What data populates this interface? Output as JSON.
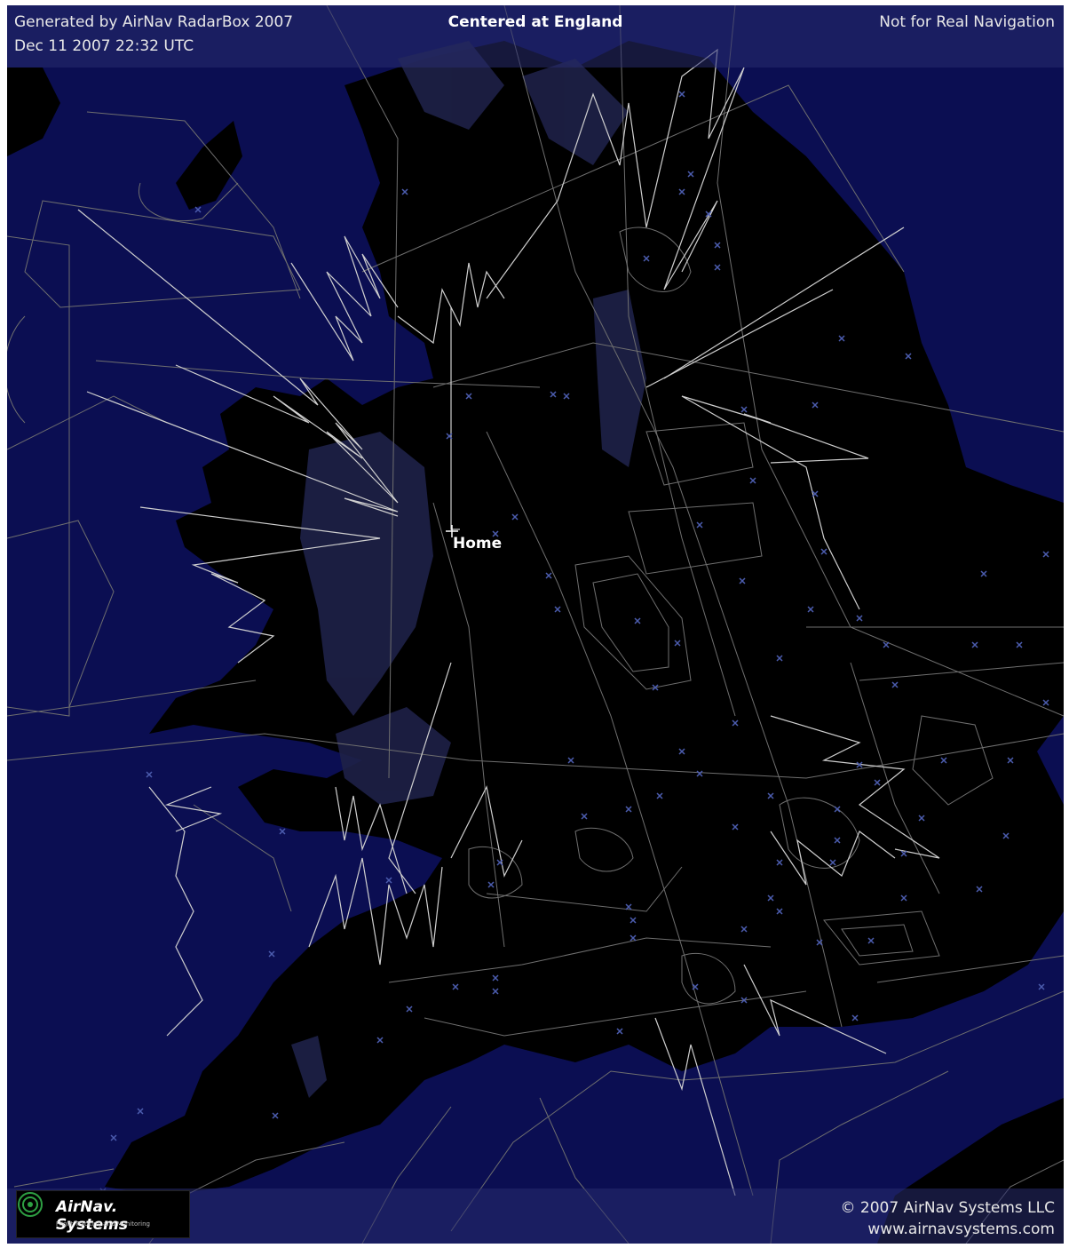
{
  "header": {
    "generated_by": "Generated by AirNav RadarBox 2007",
    "timestamp": "Dec 11 2007 22:32 UTC",
    "centered_at": "Centered at England",
    "disclaimer": "Not for Real Navigation"
  },
  "map": {
    "home_label": "Home",
    "colors": {
      "sea": "#0b0e52",
      "land": "#000000",
      "airspace_lines": "#7a7a7a",
      "radar_trace": "#cfcfcf",
      "airport_marker": "#4a5aa8",
      "highland": "#24274f"
    }
  },
  "footer": {
    "logo_name": "AirNav. Systems",
    "logo_tagline": "Flight Tracking and Monitoring",
    "copyright": "© 2007 AirNav Systems LLC",
    "website": "www.airnavsystems.com"
  }
}
